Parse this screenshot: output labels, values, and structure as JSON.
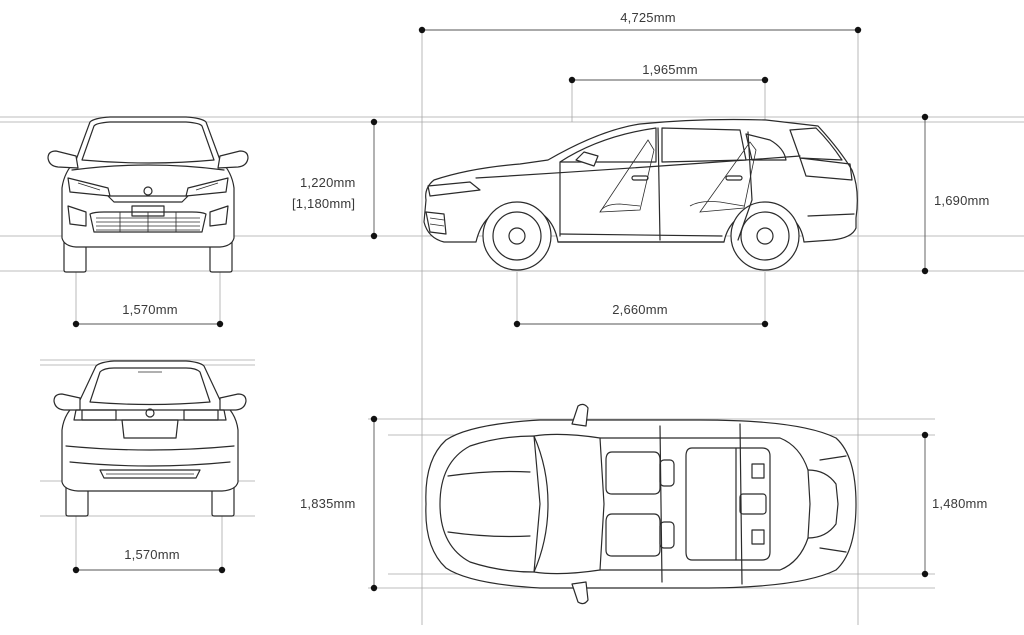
{
  "dimensions": {
    "overall_length": "4,725mm",
    "cabin_length": "1,965mm",
    "cabin_height_1": "1,220mm",
    "cabin_height_2": "[1,180mm]",
    "overall_height": "1,690mm",
    "front_track": "1,570mm",
    "wheelbase": "2,660mm",
    "rear_track": "1,570mm",
    "overall_width": "1,835mm",
    "cabin_width": "1,480mm"
  },
  "colors": {
    "line": "#2b2b2b",
    "guide": "#9a9a9a",
    "text": "#3a3a3a"
  }
}
